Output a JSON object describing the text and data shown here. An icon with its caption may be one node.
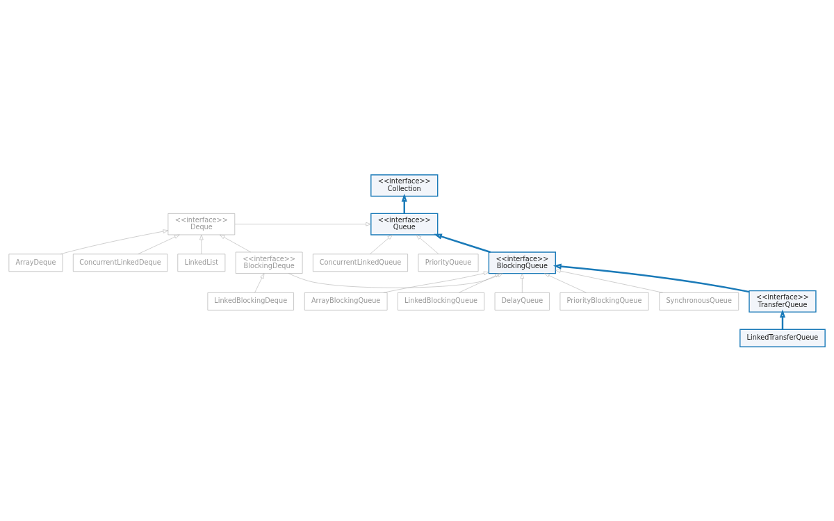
{
  "diagram": {
    "nodes": [
      {
        "text": [
          "<<interface>>",
          "Collection"
        ]
      },
      {
        "text": [
          "<<interface>>",
          "Queue"
        ]
      },
      {
        "text": [
          "<<interface>>",
          "Deque"
        ]
      },
      {
        "text": [
          "ConcurrentLinkedQueue"
        ]
      },
      {
        "text": [
          "PriorityQueue"
        ]
      },
      {
        "text": [
          "ArrayDeque"
        ]
      },
      {
        "text": [
          "ConcurrentLinkedDeque"
        ]
      },
      {
        "text": [
          "LinkedList"
        ]
      },
      {
        "text": [
          "<<interface>>",
          "BlockingQueue"
        ]
      },
      {
        "text": [
          "<<interface>>",
          "BlockingDeque"
        ]
      },
      {
        "text": [
          "ArrayBlockingQueue"
        ]
      },
      {
        "text": [
          "LinkedBlockingQueue"
        ]
      },
      {
        "text": [
          "DelayQueue"
        ]
      },
      {
        "text": [
          "PriorityBlockingQueue"
        ]
      },
      {
        "text": [
          "SynchronousQueue"
        ]
      },
      {
        "text": [
          "LinkedBlockingDeque"
        ]
      },
      {
        "text": [
          "<<interface>>",
          "TransferQueue"
        ]
      },
      {
        "text": [
          "LinkedTransferQueue"
        ]
      }
    ],
    "edges": [
      {
        "from": 1,
        "to": 0,
        "arrow": "to",
        "style": "thick",
        "color": "#1a7ab8"
      },
      {
        "from": 2,
        "to": 1,
        "arrow": "to"
      },
      {
        "from": 3,
        "to": 1,
        "arrow": "to"
      },
      {
        "from": 4,
        "to": 1,
        "arrow": "to"
      },
      {
        "from": 5,
        "to": 2,
        "arrow": "to"
      },
      {
        "from": 6,
        "to": 2,
        "arrow": "to"
      },
      {
        "from": 7,
        "to": 2,
        "arrow": "to"
      },
      {
        "from": 8,
        "to": 1,
        "arrow": "to",
        "style": "thick",
        "color": "#1a7ab8"
      },
      {
        "from": 9,
        "to": 2,
        "arrow": "to"
      },
      {
        "from": 9,
        "to": 8,
        "arrow": "to"
      },
      {
        "from": 10,
        "to": 8,
        "arrow": "to"
      },
      {
        "from": 11,
        "to": 8,
        "arrow": "to"
      },
      {
        "from": 12,
        "to": 8,
        "arrow": "to"
      },
      {
        "from": 13,
        "to": 8,
        "arrow": "to"
      },
      {
        "from": 14,
        "to": 8,
        "arrow": "to"
      },
      {
        "from": 15,
        "to": 9,
        "arrow": "to"
      },
      {
        "from": 16,
        "to": 8,
        "arrow": "to",
        "style": "thick",
        "color": "#1a7ab8"
      },
      {
        "from": 17,
        "to": 16,
        "arrow": "to",
        "style": "thick",
        "color": "#1a7ab8"
      }
    ]
  }
}
